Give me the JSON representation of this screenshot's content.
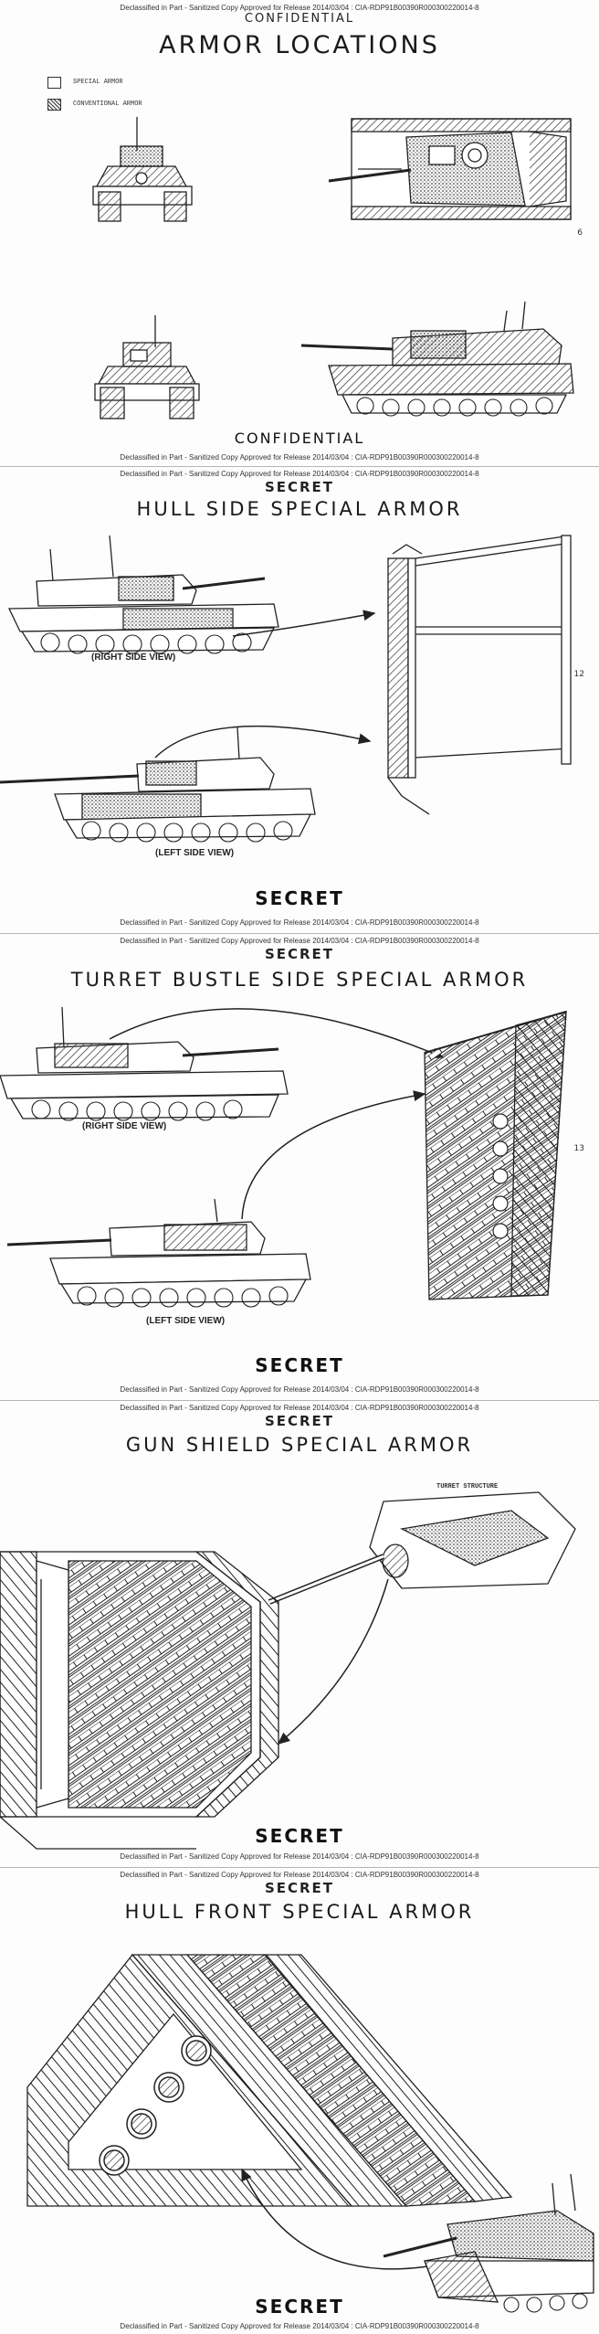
{
  "release_header": "Declassified in Part - Sanitized Copy Approved for Release 2014/03/04 : CIA-RDP91B00390R000300220014-8",
  "pages": [
    {
      "classification_top": "CONFIDENTIAL",
      "title": "ARMOR LOCATIONS",
      "legend": {
        "special": "SPECIAL ARMOR",
        "conventional": "CONVENTIONAL ARMOR"
      },
      "classification_bottom": "CONFIDENTIAL",
      "page_number": "6"
    },
    {
      "classification_top": "SECRET",
      "title": "HULL SIDE SPECIAL ARMOR",
      "right_view": "(RIGHT SIDE VIEW)",
      "left_view": "(LEFT SIDE VIEW)",
      "classification_bottom": "SECRET",
      "page_number": "12"
    },
    {
      "classification_top": "SECRET",
      "title": "TURRET BUSTLE SIDE SPECIAL ARMOR",
      "right_view": "(RIGHT SIDE VIEW)",
      "left_view": "(LEFT SIDE VIEW)",
      "classification_bottom": "SECRET",
      "page_number": "13"
    },
    {
      "classification_top": "SECRET",
      "title": "GUN SHIELD SPECIAL ARMOR",
      "callout": "TURRET STRUCTURE",
      "classification_bottom": "SECRET"
    },
    {
      "classification_top": "SECRET",
      "title": "HULL FRONT SPECIAL ARMOR",
      "classification_bottom": "SECRET"
    }
  ]
}
